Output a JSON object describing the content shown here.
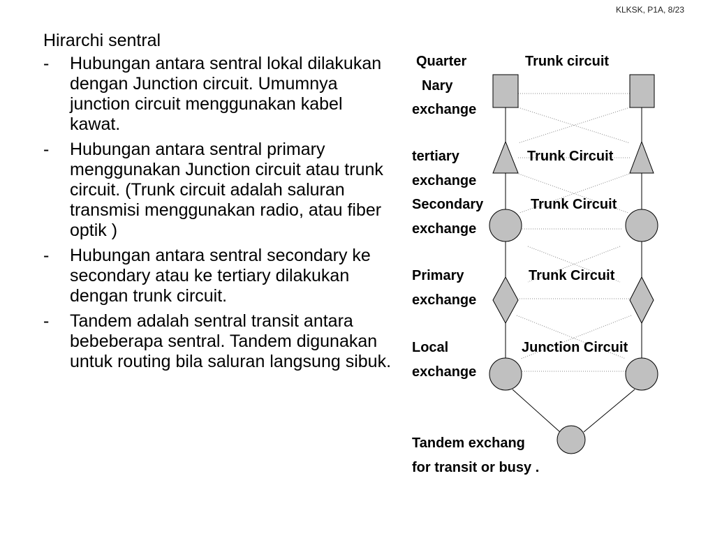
{
  "header": {
    "slide_ref": "KLKSK, P1A, 8/23"
  },
  "content": {
    "title": "Hirarchi sentral",
    "bullets": [
      {
        "marker": "-",
        "text": "Hubungan antara sentral lokal dilakukan dengan Junction circuit.  Umumnya junction circuit menggunakan kabel kawat."
      },
      {
        "marker": "-",
        "text": "Hubungan  antara sentral primary menggunakan Junction circuit atau trunk circuit. (Trunk circuit adalah saluran transmisi menggunakan radio, atau fiber optik )"
      },
      {
        "marker": "-",
        "text": "Hubungan antara sentral secondary ke secondary  atau ke tertiary dilakukan dengan trunk circuit."
      },
      {
        "marker": "-",
        "text": "Tandem adalah sentral transit antara bebeberapa sentral. Tandem digunakan untuk routing bila saluran langsung sibuk."
      }
    ]
  },
  "diagram": {
    "levels": [
      {
        "line1": "Quarter",
        "line2": "Nary",
        "line3": "exchange",
        "circuit": "Trunk circuit",
        "shape": "square"
      },
      {
        "line1": "tertiary",
        "line2": "exchange",
        "circuit": "Trunk Circuit",
        "shape": "triangle"
      },
      {
        "line1": "Secondary",
        "line2": "exchange",
        "circuit": "Trunk Circuit",
        "shape": "circle"
      },
      {
        "line1": "Primary",
        "line2": "exchange",
        "circuit": "Trunk Circuit",
        "shape": "diamond"
      },
      {
        "line1": "Local",
        "line2": "exchange",
        "circuit": "Junction Circuit",
        "shape": "circle"
      }
    ],
    "tandem": {
      "line1": "Tandem exchang",
      "line2": "for transit or busy ."
    },
    "colors": {
      "node_fill": "#c0c0c0",
      "node_stroke": "#000000",
      "link": "#000000",
      "cross_link": "#888888"
    }
  }
}
